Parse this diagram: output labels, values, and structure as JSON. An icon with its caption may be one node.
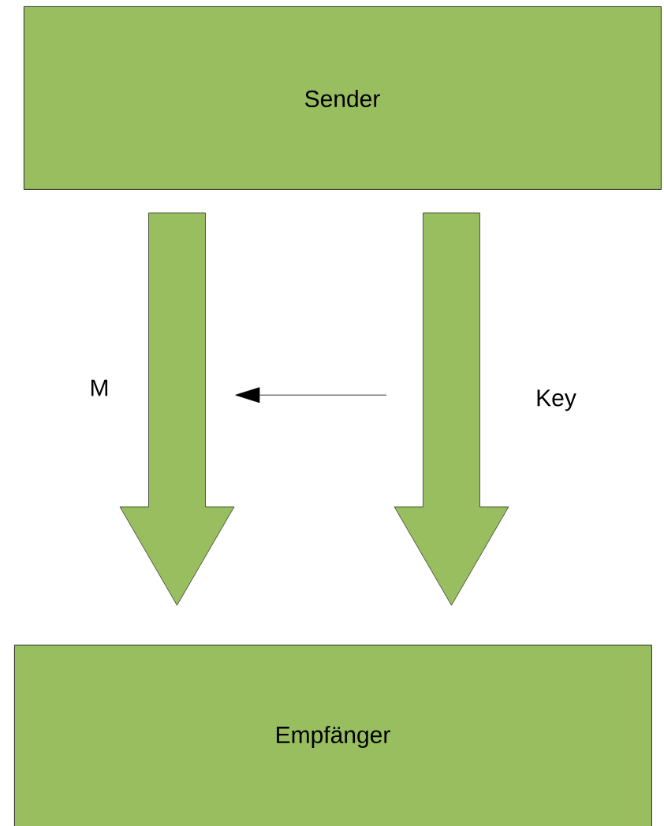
{
  "diagram": {
    "nodes": [
      {
        "text": [
          "Sender"
        ]
      },
      {
        "text": [],
        "shape": "arrow",
        "beside": [
          "M"
        ]
      },
      {
        "text": [],
        "shape": "arrow",
        "beside": [
          "Key"
        ]
      },
      {
        "text": [
          "Empfänger"
        ]
      }
    ],
    "edges": [
      {
        "from": 2,
        "to": 1,
        "arrow": "to"
      }
    ]
  }
}
